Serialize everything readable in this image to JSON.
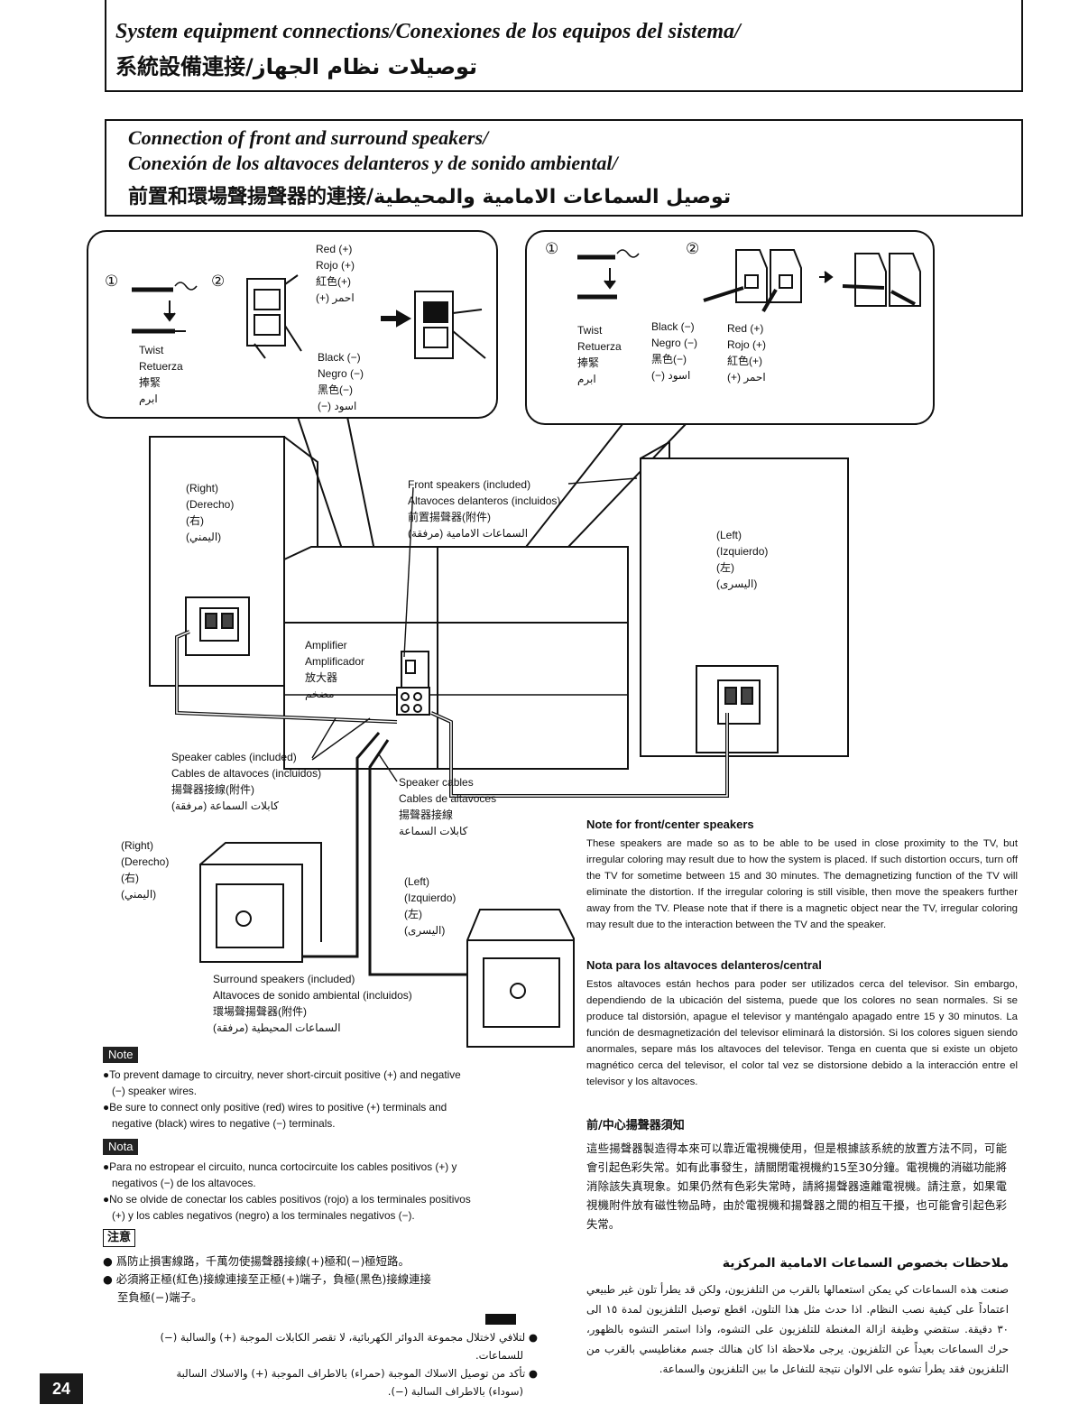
{
  "header": {
    "title_line1": "System equipment connections/Conexiones de los equipos del sistema/",
    "title_line2": "系統設備連接/توصيلات نظام الجهاز"
  },
  "section": {
    "line1": "Connection of front and surround speakers/",
    "line2": "Conexión de los altavoces delanteros y de sonido ambiental/",
    "line3": "前置和環場聲揚聲器的連接/توصيل السماعات الامامية والمحيطية"
  },
  "callout_left": {
    "step1": "①",
    "step2": "②",
    "twist": [
      "Twist",
      "Retuerza",
      "捧緊",
      "ابرم"
    ],
    "red": [
      "Red (+)",
      "Rojo (+)",
      "紅色(+)",
      "(+) احمر"
    ],
    "black": [
      "Black (−)",
      "Negro (−)",
      "黑色(−)",
      "(−) اسود"
    ]
  },
  "callout_right": {
    "step1": "①",
    "step2": "②",
    "twist": [
      "Twist",
      "Retuerza",
      "捧緊",
      "ابرم"
    ],
    "black": [
      "Black (−)",
      "Negro (−)",
      "黑色(−)",
      "(−) اسود"
    ],
    "red": [
      "Red (+)",
      "Rojo (+)",
      "紅色(+)",
      "(+) احمر"
    ]
  },
  "diagram": {
    "right_front": [
      "(Right)",
      "(Derecho)",
      "(右)",
      "(اليمني)"
    ],
    "front_speakers": [
      "Front speakers (included)",
      "Altavoces delanteros (incluidos)",
      "前置揚聲器(附件)",
      "السماعات الامامية (مرفقة)"
    ],
    "left_front": [
      "(Left)",
      "(Izquierdo)",
      "(左)",
      "(اليسرى)"
    ],
    "amplifier": [
      "Amplifier",
      "Amplificador",
      "放大器",
      "مضخم"
    ],
    "speaker_cables_included": [
      "Speaker cables (included)",
      "Cables de altavoces (incluidos)",
      "揚聲器接線(附件)",
      "كابلات السماعة (مرفقة)"
    ],
    "speaker_cables": [
      "Speaker cables",
      "Cables de altavoces",
      "揚聲器接線",
      "كابلات السماعة"
    ],
    "right_surround": [
      "(Right)",
      "(Derecho)",
      "(右)",
      "(اليمني)"
    ],
    "left_surround": [
      "(Left)",
      "(Izquierdo)",
      "(左)",
      "(اليسرى)"
    ],
    "surround_speakers": [
      "Surround speakers (included)",
      "Altavoces de sonido ambiental (incluidos)",
      "環場聲揚聲器(附件)",
      "السماعات المحيطية (مرفقة)"
    ]
  },
  "notes_right": {
    "en_title": "Note for front/center speakers",
    "en_body": "These speakers are made so as to be able to be used in close proximity to the TV, but irregular coloring may result due to how the system is placed. If such distortion occurs, turn off the TV for sometime between 15 and 30 minutes. The demagnetizing function of the TV will eliminate the distortion. If the irregular coloring is still visible, then move the speakers further away from the TV. Please note that if there is a magnetic object near the TV, irregular coloring may result due to the interaction between the TV and the speaker.",
    "es_title": "Nota para los altavoces delanteros/central",
    "es_body": "Estos altavoces están hechos para poder ser utilizados cerca del televisor. Sin embargo, dependiendo de la ubicación del sistema, puede que los colores no sean normales. Si se produce tal distorsión, apague el televisor y manténgalo apagado entre 15 y 30 minutos. La función de desmagnetización del televisor eliminará la distorsión. Si los colores siguen siendo anormales, separe más los altavoces del televisor. Tenga en cuenta que si existe un objeto magnético cerca del televisor, el color tal vez se distorsione debido a la interacción entre el televisor y los altavoces.",
    "zh_title": "前/中心揚聲器須知",
    "zh_body": "這些揚聲器製造得本來可以靠近電視機使用，但是根據該系統的放置方法不同，可能會引起色彩失常。如有此事發生，請關閉電視機約15至30分鐘。電視機的消磁功能將消除該失真現象。如果仍然有色彩失常時，請將揚聲器遠離電視機。請注意，如果電視機附件放有磁性物品時，由於電視機和揚聲器之間的相互干擾，也可能會引起色彩失常。",
    "ar_title": "ملاحظات بخصوص السماعات الامامية المركزية",
    "ar_body": "صنعت هذه السماعات كي يمكن استعمالها بالقرب من التلفزيون، ولكن قد يطرأ تلون غير طبيعي اعتماداً على كيفية نصب النظام. اذا حدث مثل هذا التلون، اقطع توصيل التلفزيون لمدة ١٥ الى ٣٠ دقيقة. ستقضي وظيفة ازالة المغنطة للتلفزيون على التشوه، واذا استمر التشوه بالظهور، حرك السماعات بعيداً عن التلفزيون. يرجى ملاحظة اذا كان هنالك جسم مغناطيسي بالقرب من التلفزيون فقد يطرأ تشوه على الالوان نتيجة للتفاعل ما بين التلفزيون والسماعة."
  },
  "notes_left": {
    "en_tag": "Note",
    "en_items": [
      [
        "●To prevent damage to circuitry, never short-circuit positive (+) and negative",
        "(−) speaker wires."
      ],
      [
        "●Be sure to connect only positive (red) wires to positive (+) terminals and",
        "negative (black) wires to negative (−) terminals."
      ]
    ],
    "es_tag": "Nota",
    "es_items": [
      [
        "●Para no estropear el circuito, nunca cortocircuite los cables positivos (+) y",
        "negativos (−) de los altavoces."
      ],
      [
        "●No se olvide de conectar los cables positivos (rojo) a los terminales positivos",
        "(+) y los cables negativos (negro) a los terminales negativos (−)."
      ]
    ],
    "zh_tag": "注意",
    "zh_items": [
      [
        "● 爲防止損害線路，千萬勿使揚聲器接線(+)極和(−)極短路。"
      ],
      [
        "● 必須將正極(紅色)接線連接至正極(+)端子，負極(黑色)接線連接",
        "至負極(−)端子。"
      ]
    ],
    "ar_items": [
      [
        "● لتلافي لاختلال مجموعة الدوائر الكهربائية، لا تقصر الكابلات الموجبة (+) والسالبة (−)",
        "للسماعات."
      ],
      [
        "● تأكد من توصيل الاسلاك الموجبة (حمراء) بالاطراف الموجبة (+) والاسلاك السالبة",
        "(سوداء) بالاطراف السالبة (−)."
      ]
    ]
  },
  "footer": {
    "page_mark": "24"
  }
}
